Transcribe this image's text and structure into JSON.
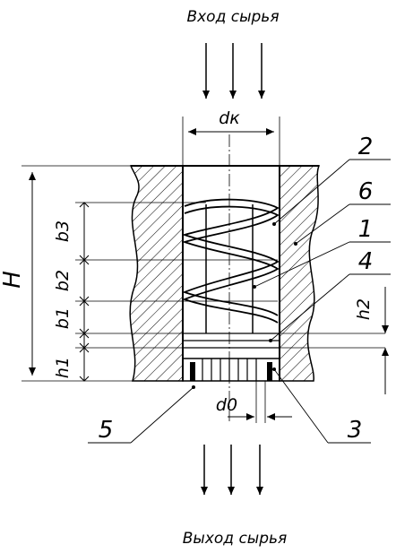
{
  "captions": {
    "inlet": "Вход сырья",
    "outlet": "Выход сырья"
  },
  "dimensions": {
    "chamber_diameter": "dк",
    "total_height": "H",
    "b3": "b3",
    "b2": "b2",
    "b1": "b1",
    "h1": "h1",
    "h2": "h2",
    "hole_diameter": "d0"
  },
  "callouts": [
    "2",
    "6",
    "1",
    "4",
    "3",
    "5"
  ]
}
